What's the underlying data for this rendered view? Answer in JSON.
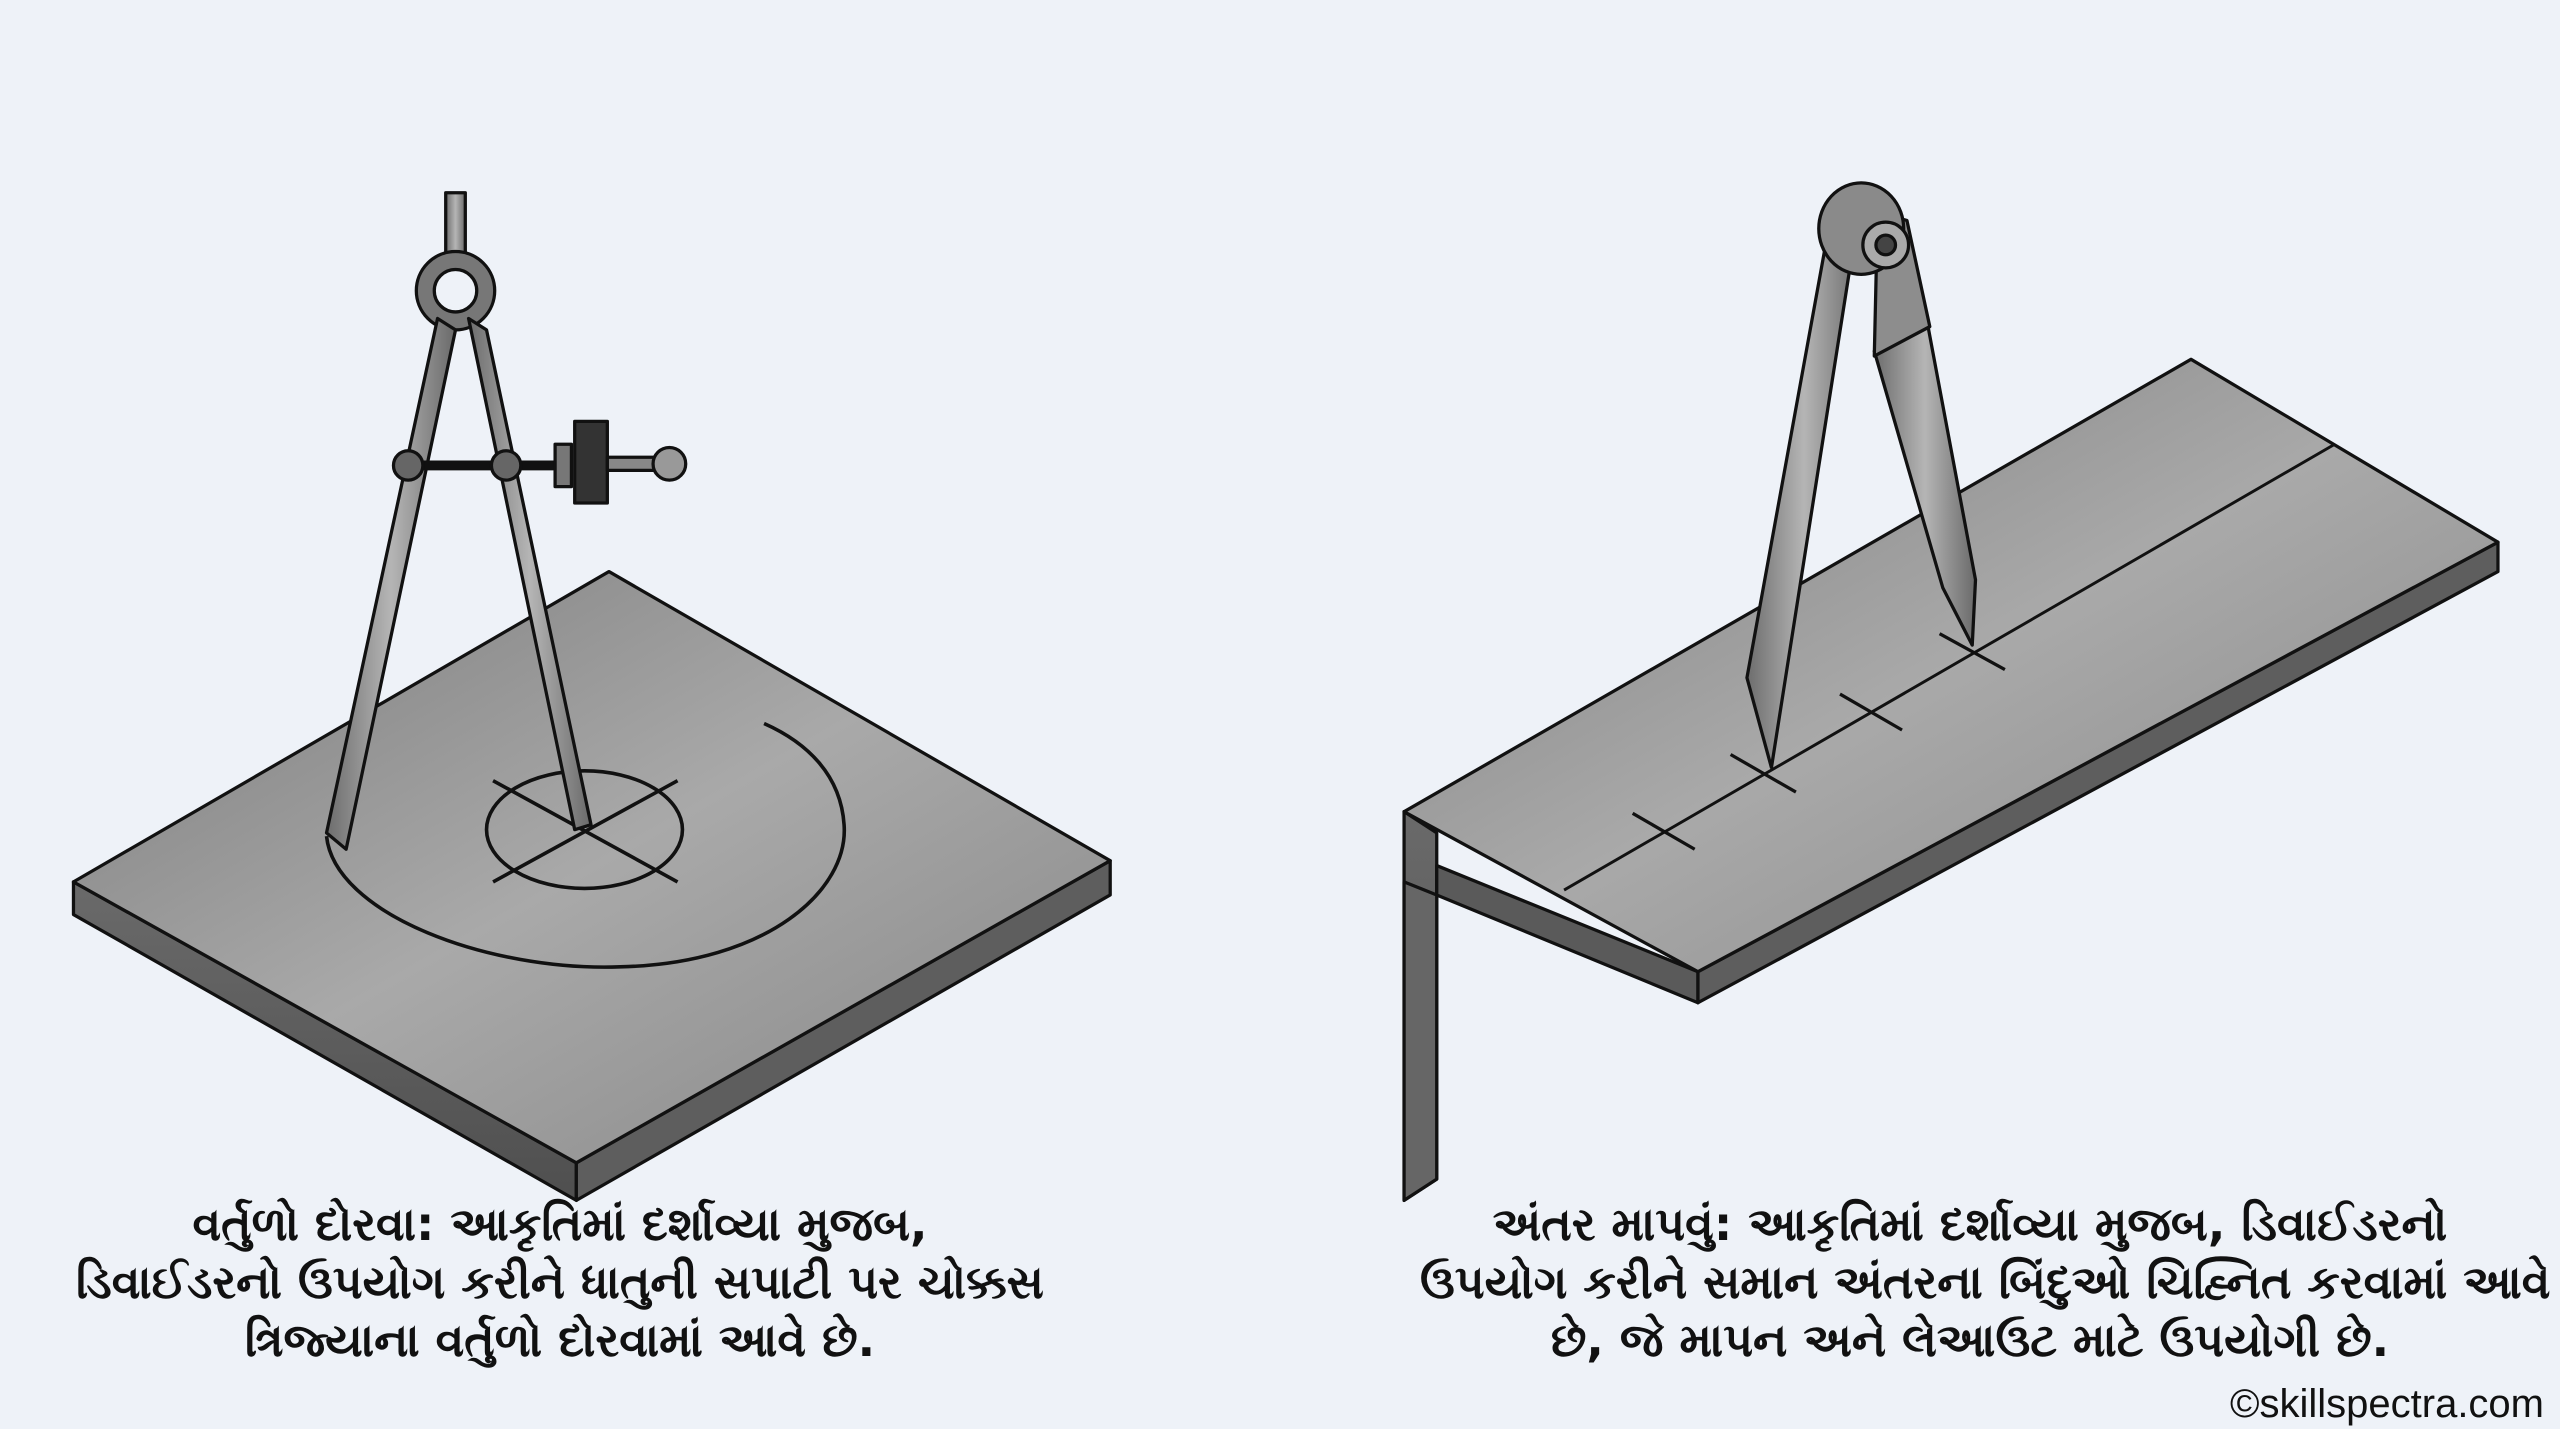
{
  "left_panel": {
    "caption_lines": [
      "વર્તુળો દોરવા: આકૃતિમાં દર્શાવ્યા મુજબ,",
      "ડિવાઈડરનો ઉપયોગ કરીને ધાતુની સપાટી પર ચોક્કસ",
      "ત્રિજ્યાના વર્તુળો દોરવામાં આવે છે."
    ]
  },
  "right_panel": {
    "caption_lines": [
      "અંતર માપવું: આકૃતિમાં દર્શાવ્યા મુજબ, ડિવાઈડરનો",
      "ઉપયોગ કરીને સમાન અંતરના બિંદુઓ ચિહ્નિત કરવામાં આવે",
      "છે, જે માપન અને લેઆઉટ માટે ઉપયોગી છે."
    ]
  },
  "credit": "©skillspectra.com",
  "colors": {
    "background": "#eef2f8",
    "metal": "#8a8a8a",
    "ink": "#111111"
  }
}
